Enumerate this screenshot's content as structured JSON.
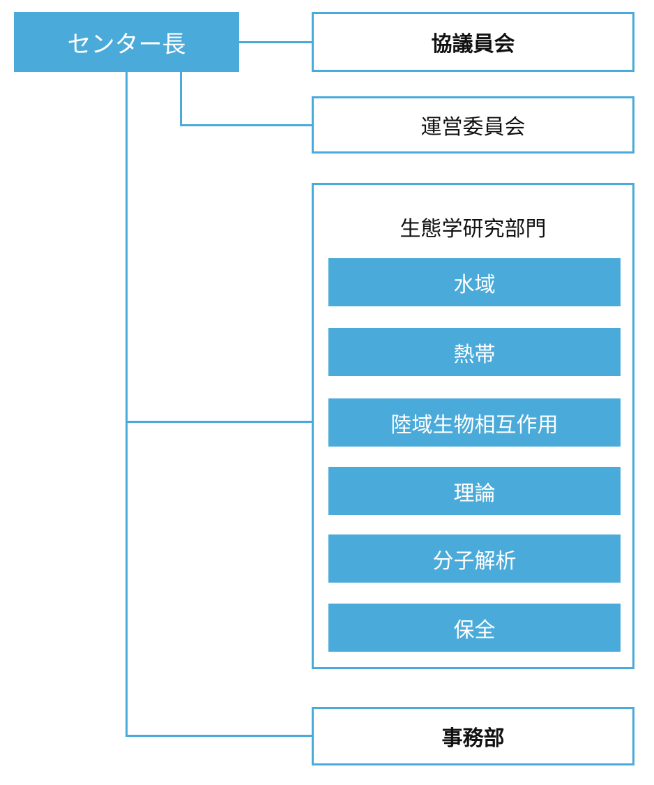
{
  "head": {
    "label": "センター長"
  },
  "council": {
    "label": "協議員会"
  },
  "steering": {
    "label": "運営委員会"
  },
  "department": {
    "title": "生態学研究部門",
    "sections": [
      {
        "label": "水域"
      },
      {
        "label": "熱帯"
      },
      {
        "label": "陸域生物相互作用"
      },
      {
        "label": "理論"
      },
      {
        "label": "分子解析"
      },
      {
        "label": "保全"
      }
    ]
  },
  "office": {
    "label": "事務部"
  },
  "colors": {
    "accent": "#4aaad9",
    "box_fill": "#ffffff",
    "text_dark": "#111111",
    "text_light": "#ffffff"
  }
}
